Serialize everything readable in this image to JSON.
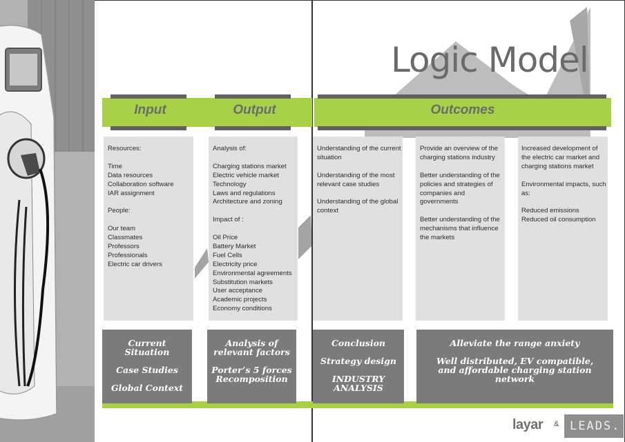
{
  "title": "Logic Model",
  "headers": {
    "input": "Input",
    "output": "Output",
    "outcomes": "Outcomes"
  },
  "columns": {
    "input": [
      "Resources:",
      "",
      "Time",
      "Data resources",
      "Collaboration software",
      "IAR assignment",
      "",
      "People:",
      "",
      "Our team",
      "Classmates",
      "Professors",
      "Professionals",
      "Electric car drivers"
    ],
    "output": [
      "Analysis of:",
      "",
      "Charging stations market",
      "Electric vehicle market",
      "Technology",
      "Laws and regulations",
      "Architecture and zoning",
      "",
      "Impact of :",
      "",
      "Oil Price",
      "Battery Market",
      "Fuel Cells",
      "Electricity price",
      "Environmental agreements",
      "Substitution markets",
      "User acceptance",
      "Academic projects",
      "Economy conditions"
    ],
    "outcome1": [
      "Understanding of the current situation",
      "",
      "Understanding of the most relevant case studies",
      "",
      "Understanding of the global context"
    ],
    "outcome2": [
      "Provide an overview of the charging stations industry",
      "",
      "Better understanding of the policies and strategies of companies and governments",
      "",
      "Better understanding of the mechanisms that influence the markets"
    ],
    "outcome3": [
      "Increased development of the electric car market and charging stations market",
      "",
      "Environmental impacts, such as:",
      "",
      "Reduced emissions",
      "Reduced oil consumption"
    ]
  },
  "bottom": {
    "box1": [
      "Current Situation",
      "Case Studies",
      "Global Context"
    ],
    "box2": [
      "Analysis of relevant factors",
      "Porter’s 5 forces Recomposition"
    ],
    "box3": [
      "Conclusion",
      "Strategy design",
      "INDUSTRY ANALYSIS"
    ],
    "box4": [
      "Alleviate the range anxiety",
      "Well distributed, EV compatible, and affordable charging station network"
    ]
  },
  "logos": {
    "layar": "layar",
    "amp": "&",
    "leads": "LEADS."
  },
  "colors": {
    "accent_green": "#a9d148",
    "dark_gray": "#616161",
    "box_gray": "#7b7b7b",
    "column_gray": "#e0e0e0"
  }
}
